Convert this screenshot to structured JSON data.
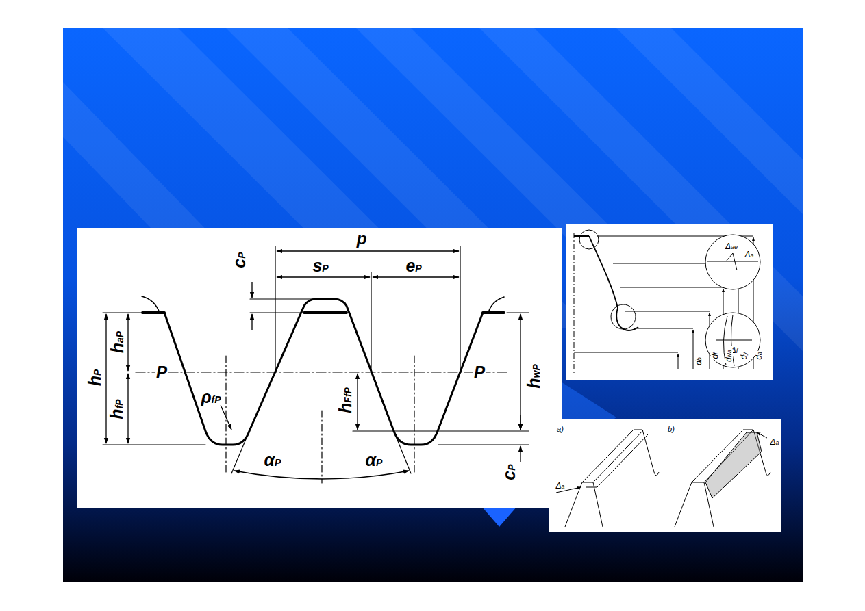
{
  "diagram": {
    "labels": [
      "p",
      "sP",
      "eP",
      "cP",
      "haP",
      "hP",
      "hfP",
      "P",
      "P",
      "ρfP",
      "hFfP",
      "hwP",
      "cP",
      "αP",
      "αP",
      "Δae",
      "Δa",
      "Δf",
      "da",
      "dy",
      "dNa",
      "df",
      "db",
      "a)",
      "b)",
      "Δa",
      "Δa"
    ]
  }
}
